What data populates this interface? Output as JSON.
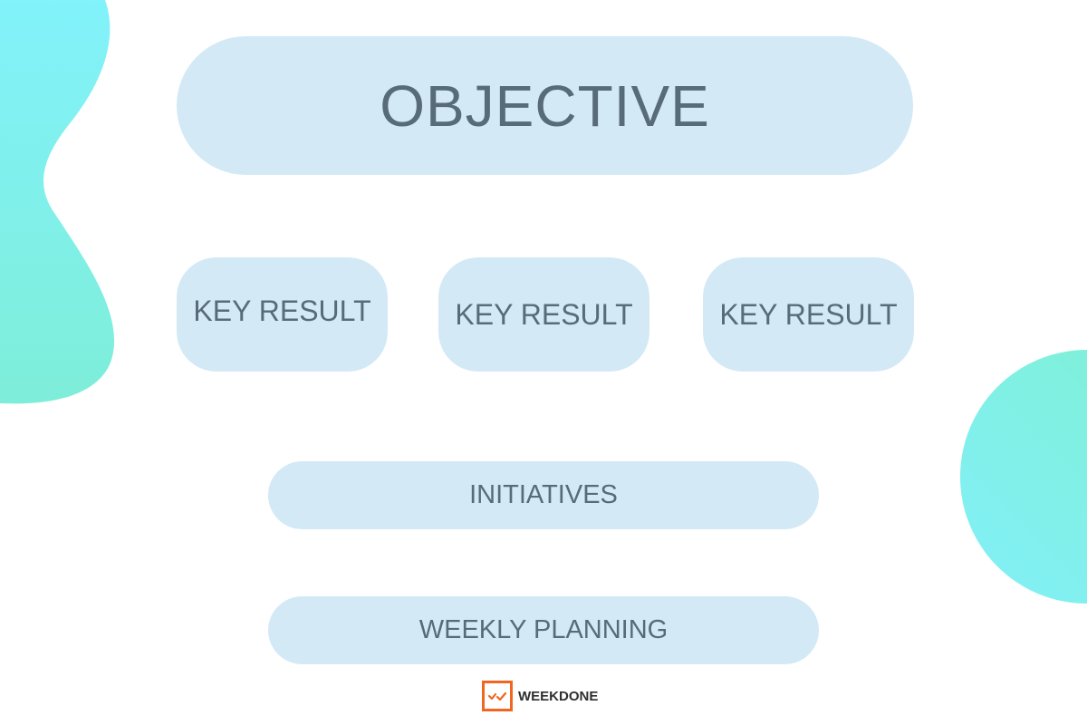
{
  "objective": {
    "label": "OBJECTIVE"
  },
  "key_results": [
    {
      "label": "KEY RESULT"
    },
    {
      "label": "KEY RESULT"
    },
    {
      "label": "KEY RESULT"
    }
  ],
  "initiatives": {
    "label": "INITIATIVES"
  },
  "weekly_planning": {
    "label": "WEEKLY PLANNING"
  },
  "logo": {
    "text": "WEEKDONE",
    "icon": "weekdone-logo-icon"
  },
  "colors": {
    "pill_fill": "#d4e9f6",
    "pill_text": "#576b79",
    "blob_teal": "#7ff0d8",
    "blob_cyan": "#80f0f5",
    "logo_orange": "#f26522"
  }
}
